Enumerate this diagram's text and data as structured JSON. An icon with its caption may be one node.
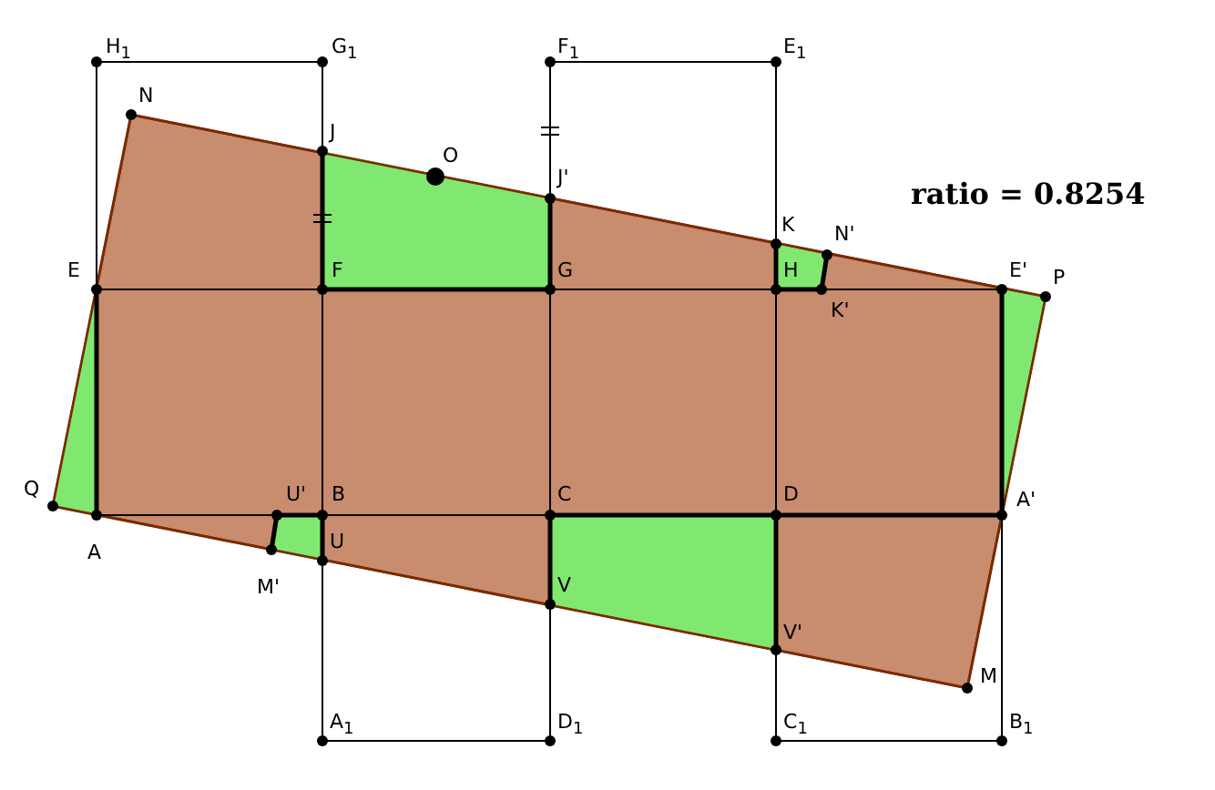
{
  "diagram": {
    "labels": [
      "H$_{1}$",
      "G$_{1}$",
      "F$_{1}$",
      "E$_{1}$",
      "N",
      "J",
      "O",
      "J'",
      "ratio = 0.8254",
      "K",
      "N'",
      "E",
      "F",
      "G",
      "H",
      "E'",
      "P",
      "K'",
      "Q",
      "U'",
      "B",
      "C",
      "D",
      "A'",
      "A",
      "U",
      "M'",
      "V",
      "V'",
      "M",
      "A$_{1}$",
      "D$_{1}$",
      "C$_{1}$",
      "B$_{1}$"
    ]
  }
}
